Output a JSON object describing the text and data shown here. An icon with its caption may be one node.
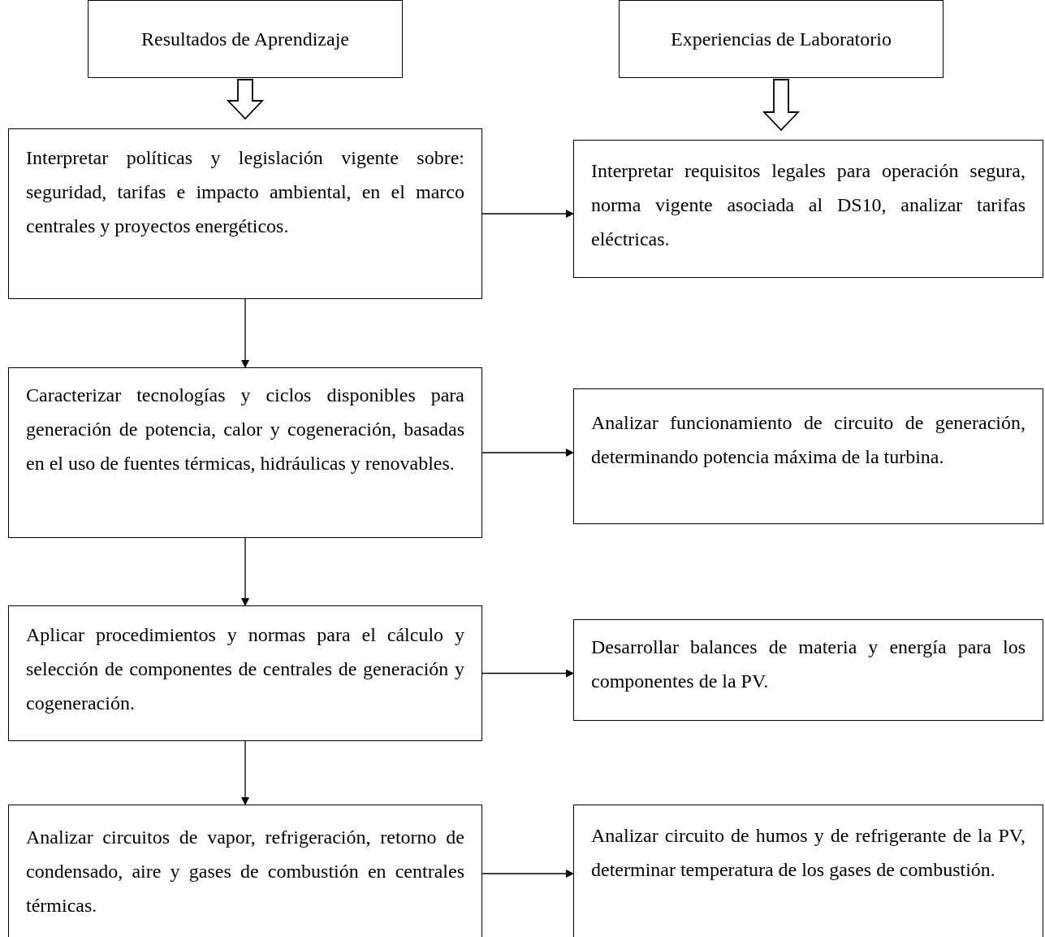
{
  "diagram": {
    "nodes": [
      {
        "text": [
          "Resultados de Aprendizaje"
        ]
      },
      {
        "text": [
          "Experiencias de Laboratorio"
        ]
      },
      {
        "text": [
          "Interpretar políticas y legislación vigente sobre: seguridad, tarifas e impacto ambiental, en el marco centrales y proyectos energéticos."
        ]
      },
      {
        "text": [
          "Interpretar requisitos legales para operación segura, norma vigente asociada al DS10, analizar tarifas eléctricas."
        ]
      },
      {
        "text": [
          "Caracterizar tecnologías y ciclos disponibles para generación de potencia, calor y cogeneración, basadas en el uso de fuentes térmicas, hidráulicas y renovables."
        ]
      },
      {
        "text": [
          "Analizar funcionamiento de circuito de generación, determinando potencia máxima de la turbina."
        ]
      },
      {
        "text": [
          "Aplicar procedimientos y normas para el cálculo y selección de componentes de centrales de generación y cogeneración."
        ]
      },
      {
        "text": [
          "Desarrollar balances de materia y energía para los componentes de la PV."
        ]
      },
      {
        "text": [
          "Analizar circuitos de vapor, refrigeración, retorno de condensado, aire y gases de combustión en centrales térmicas."
        ]
      },
      {
        "text": [
          "Analizar circuito de humos y de refrigerante de la PV, determinar temperatura de los gases de combustión."
        ]
      }
    ],
    "edges": [
      {
        "from": 0,
        "to": 2,
        "arrow": "to",
        "style": "thick"
      },
      {
        "from": 1,
        "to": 3,
        "arrow": "to",
        "style": "thick"
      },
      {
        "from": 2,
        "to": 3,
        "arrow": "to"
      },
      {
        "from": 2,
        "to": 4,
        "arrow": "to"
      },
      {
        "from": 4,
        "to": 5,
        "arrow": "to"
      },
      {
        "from": 4,
        "to": 6,
        "arrow": "to"
      },
      {
        "from": 6,
        "to": 7,
        "arrow": "to"
      },
      {
        "from": 6,
        "to": 8,
        "arrow": "to"
      },
      {
        "from": 8,
        "to": 9,
        "arrow": "to"
      }
    ]
  }
}
